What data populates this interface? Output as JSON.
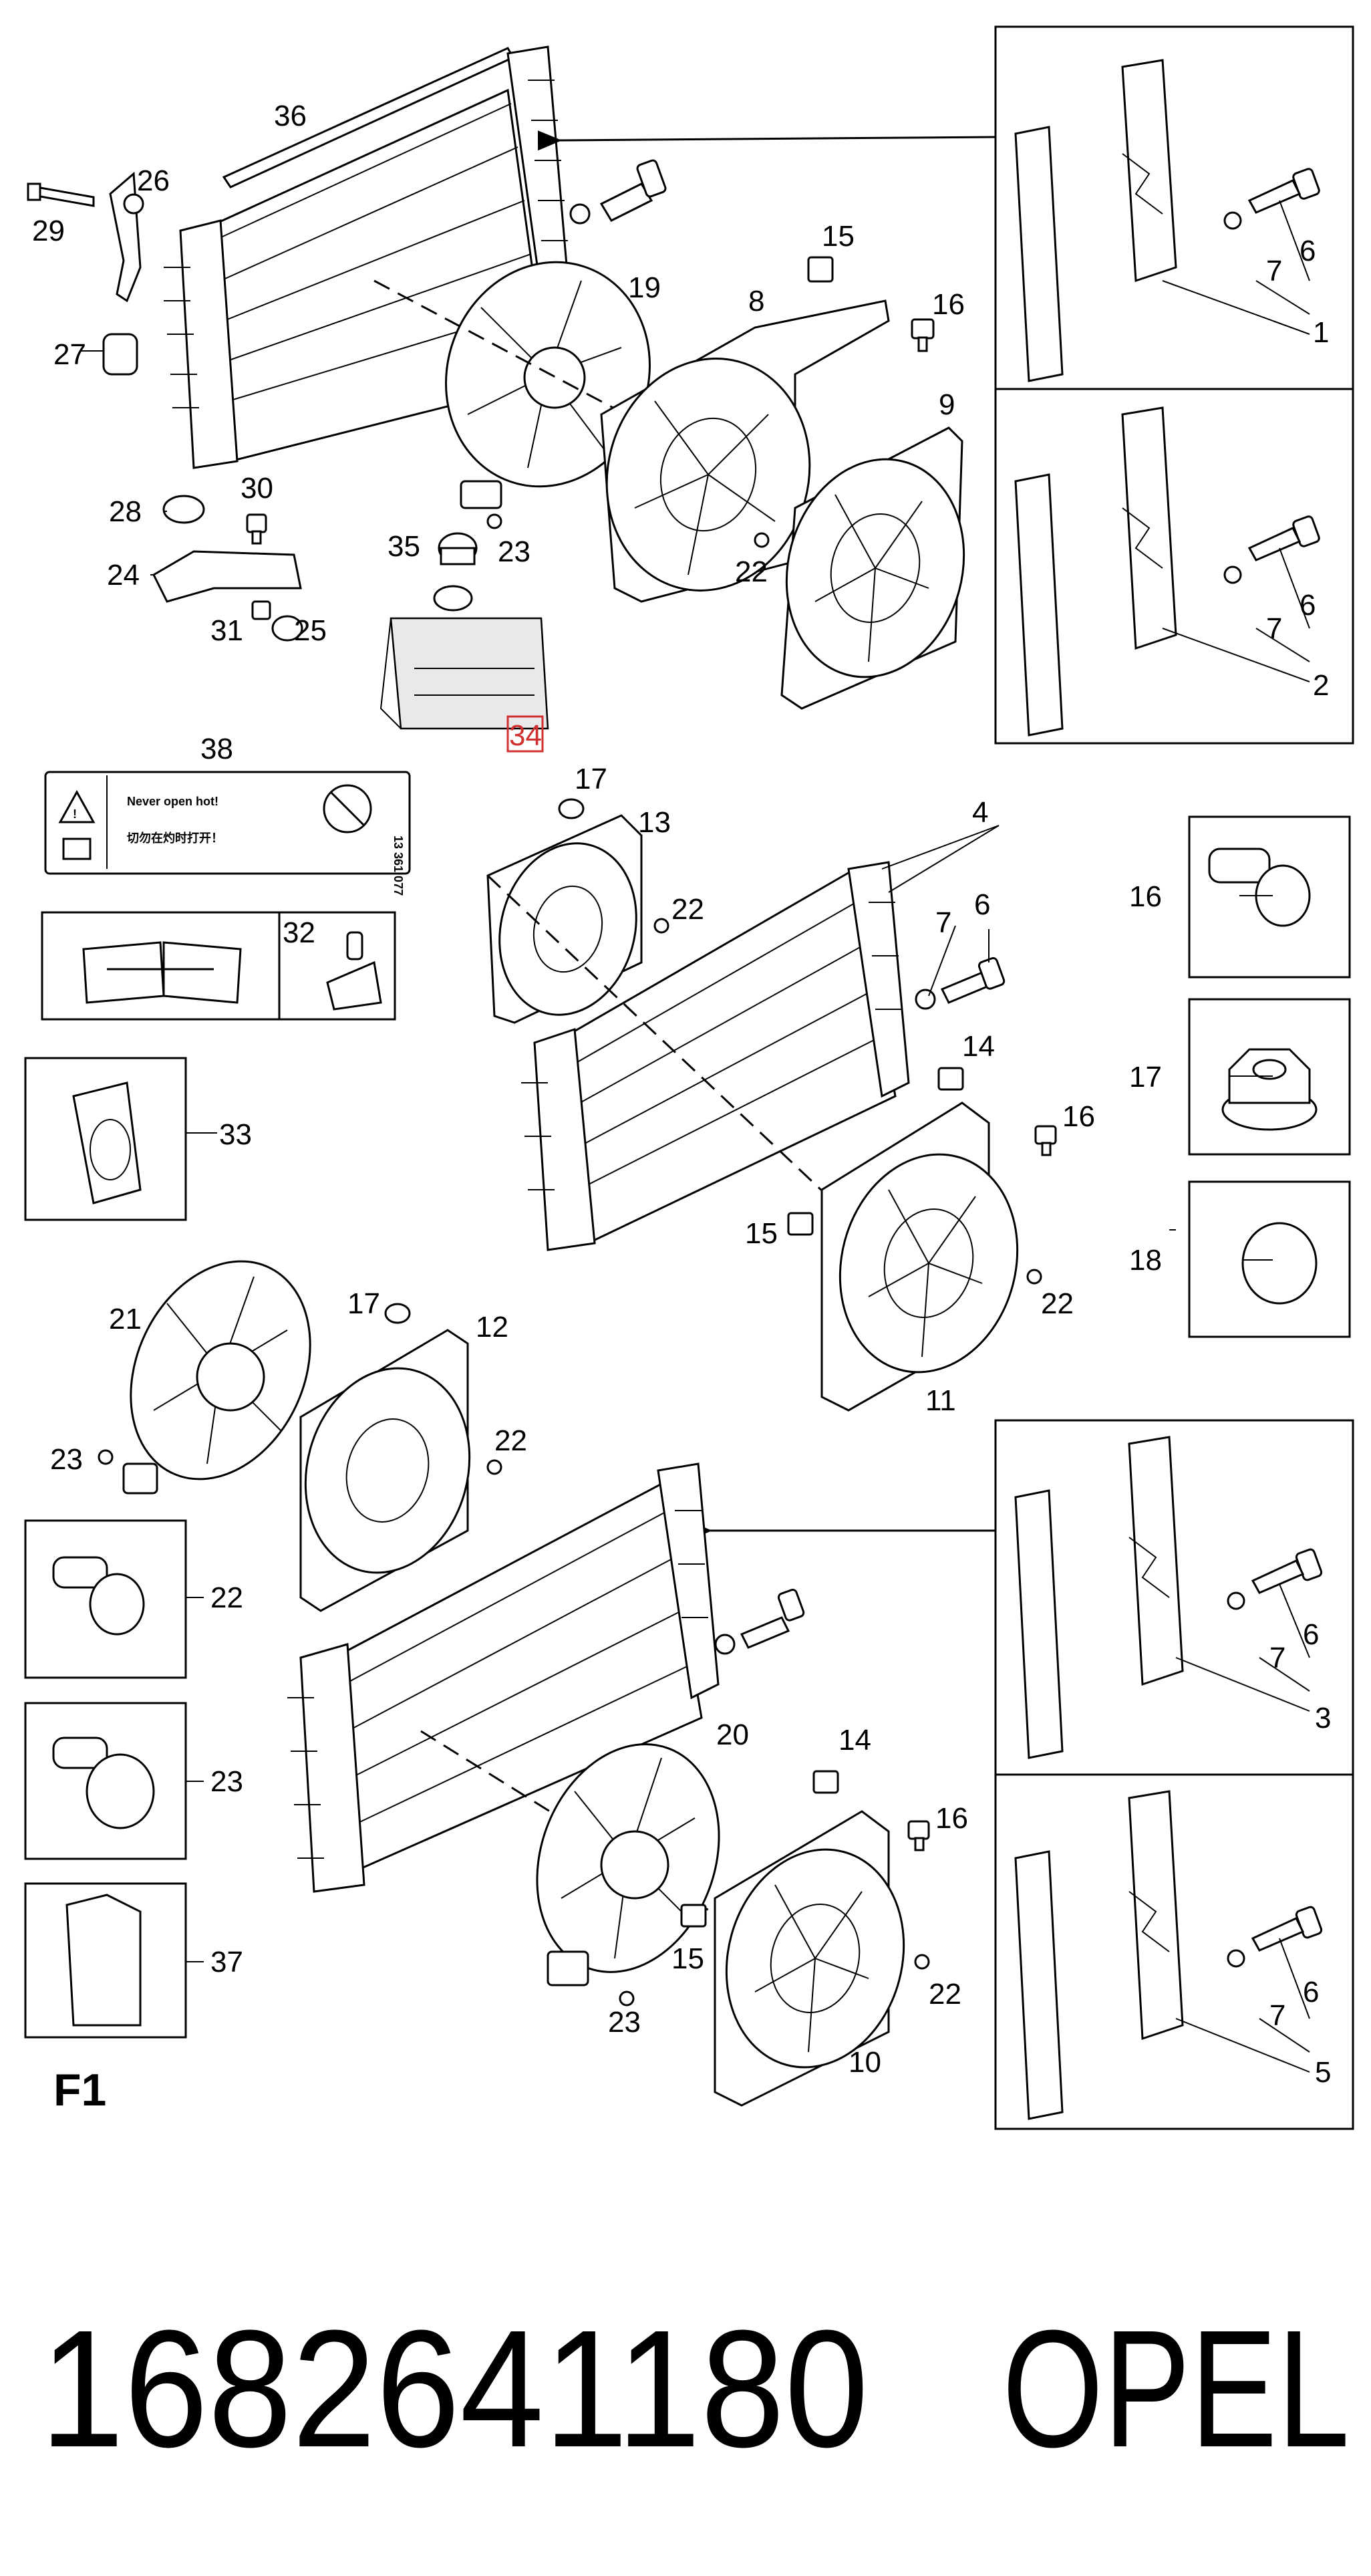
{
  "callouts": {
    "c36": "36",
    "c26": "26",
    "c29": "29",
    "c27": "27",
    "c19": "19",
    "c15a": "15",
    "c8": "8",
    "c16a": "16",
    "c9": "9",
    "c28": "28",
    "c30": "30",
    "c24": "24",
    "c31": "31",
    "c25": "25",
    "c35": "35",
    "c23a": "23",
    "c22a": "22",
    "c34": "34",
    "c7a": "7",
    "c6a": "6",
    "c1": "1",
    "c7b": "7",
    "c6b": "6",
    "c2": "2",
    "c38": "38",
    "c17a": "17",
    "c13": "13",
    "c22b": "22",
    "c4": "4",
    "c7c": "7",
    "c6c": "6",
    "c32": "32",
    "c14a": "14",
    "c16b": "16",
    "c15b": "15",
    "c22c": "22",
    "c11": "11",
    "c33": "33",
    "c16d": "16",
    "c17d": "17",
    "c18d": "18",
    "c21": "21",
    "c17b": "17",
    "c12": "12",
    "c23b": "23",
    "c22d": "22",
    "c22e": "22",
    "c23e": "23",
    "c37": "37",
    "c20": "20",
    "c14b": "14",
    "c16c": "16",
    "c15c": "15",
    "c22f": "22",
    "c23c": "23",
    "c10": "10",
    "c7d": "7",
    "c6d": "6",
    "c3": "3",
    "c7e": "7",
    "c6e": "6",
    "c5": "5"
  },
  "label_sticker": {
    "warning_text": "Never open hot!",
    "chinese_text": "切勿在灼时打开！",
    "code_text": "13 361 077"
  },
  "figure_label": "F1",
  "part_number": "1682641180",
  "brand": "OPEL"
}
